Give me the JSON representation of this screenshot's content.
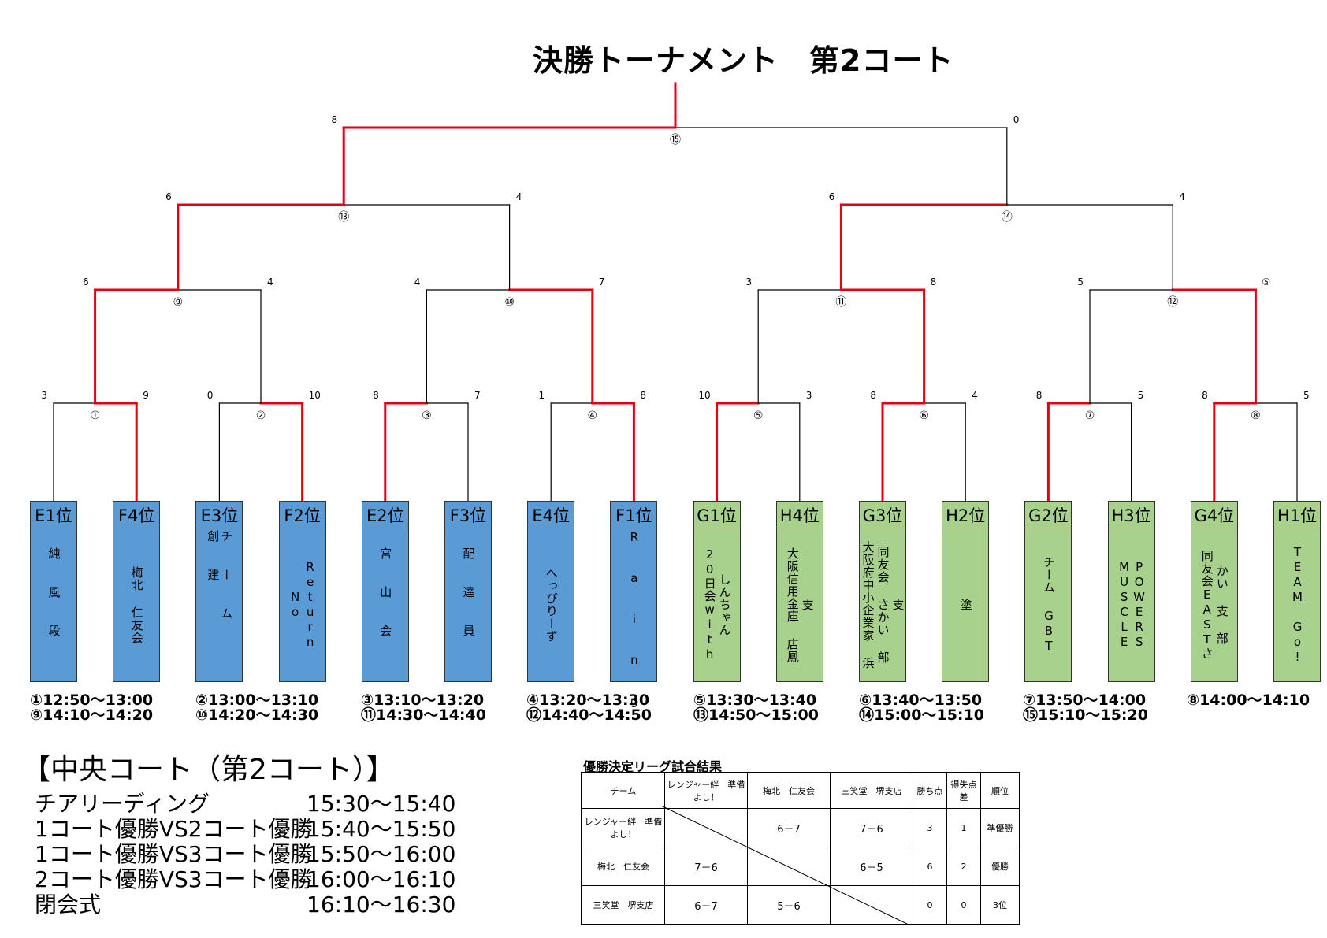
{
  "title": "決勝トーナメント　第2コート",
  "colors": {
    "win_line": "#e60012",
    "line": "#000000",
    "pool_blue": "#5b9bd5",
    "pool_green": "#a9d18e"
  },
  "teams": [
    {
      "seed": "E1位",
      "pool": "blue",
      "cols": [
        "純風段"
      ],
      "spread": true
    },
    {
      "seed": "F4位",
      "pool": "blue",
      "cols": [
        "梅北 仁友会"
      ]
    },
    {
      "seed": "E3位",
      "pool": "blue",
      "cols": [
        "チーム創建"
      ],
      "spread": true
    },
    {
      "seed": "F2位",
      "pool": "blue",
      "cols": [
        "Return",
        "No"
      ]
    },
    {
      "seed": "E2位",
      "pool": "blue",
      "cols": [
        "宮山会"
      ],
      "spread": true
    },
    {
      "seed": "F3位",
      "pool": "blue",
      "cols": [
        "配達員"
      ],
      "spread": true
    },
    {
      "seed": "E4位",
      "pool": "blue",
      "cols": [
        "へっぴりーず"
      ]
    },
    {
      "seed": "F1位",
      "pool": "blue",
      "cols": [
        "Raing"
      ],
      "spread": true
    },
    {
      "seed": "G1位",
      "pool": "green",
      "cols": [
        "しんちゃん",
        "20日会with"
      ]
    },
    {
      "seed": "H4位",
      "pool": "green",
      "cols": [
        "支",
        "大阪信用金庫 店鳳"
      ]
    },
    {
      "seed": "G3位",
      "pool": "green",
      "cols": [
        "支",
        "同友会 さかい 部",
        "大阪府中小企業家 浜"
      ]
    },
    {
      "seed": "H2位",
      "pool": "green",
      "cols": [
        "塗"
      ]
    },
    {
      "seed": "G2位",
      "pool": "green",
      "cols": [
        "チーム GBT"
      ]
    },
    {
      "seed": "H3位",
      "pool": "green",
      "cols": [
        "POWERS",
        "MUSCLE"
      ]
    },
    {
      "seed": "G4位",
      "pool": "green",
      "cols": [
        "かい 支 部",
        "同友会EASTさ"
      ]
    },
    {
      "seed": "H1位",
      "pool": "green",
      "cols": [
        "TEAM Go!"
      ]
    }
  ],
  "matches": [
    {
      "id": 1,
      "label": "①",
      "scores": [
        "3",
        "9"
      ],
      "winner": 1
    },
    {
      "id": 2,
      "label": "②",
      "scores": [
        "0",
        "10"
      ],
      "winner": 1
    },
    {
      "id": 3,
      "label": "③",
      "scores": [
        "8",
        "7"
      ],
      "winner": 0
    },
    {
      "id": 4,
      "label": "④",
      "scores": [
        "1",
        "8"
      ],
      "winner": 1
    },
    {
      "id": 5,
      "label": "⑤",
      "scores": [
        "10",
        "3"
      ],
      "winner": 0
    },
    {
      "id": 6,
      "label": "⑥",
      "scores": [
        "8",
        "4"
      ],
      "winner": 0
    },
    {
      "id": 7,
      "label": "⑦",
      "scores": [
        "8",
        "5"
      ],
      "winner": 0
    },
    {
      "id": 8,
      "label": "⑧",
      "scores": [
        "8",
        "5"
      ],
      "winner": 0
    },
    {
      "id": 9,
      "label": "⑨",
      "scores": [
        "6",
        "4"
      ],
      "winner": 0
    },
    {
      "id": 10,
      "label": "⑩",
      "scores": [
        "4",
        "7"
      ],
      "winner": 1
    },
    {
      "id": 11,
      "label": "⑪",
      "scores": [
        "3",
        "8"
      ],
      "winner": 1
    },
    {
      "id": 12,
      "label": "⑫",
      "scores": [
        "5",
        "⑤"
      ],
      "winner": 1
    },
    {
      "id": 13,
      "label": "⑬",
      "scores": [
        "6",
        "4"
      ],
      "winner": 0
    },
    {
      "id": 14,
      "label": "⑭",
      "scores": [
        "6",
        "4"
      ],
      "winner": 0
    },
    {
      "id": 15,
      "label": "⑮",
      "scores": [
        "8",
        "0"
      ],
      "winner": 0
    }
  ],
  "schedule": [
    [
      "①12:50～13:00",
      "⑨14:10～14:20"
    ],
    [
      "②13:00～13:10",
      "⑩14:20～14:30"
    ],
    [
      "③13:10～13:20",
      "⑪14:30～14:40"
    ],
    [
      "④13:20～13:30",
      "⑫14:40～14:50"
    ],
    [
      "⑤13:30～13:40",
      "⑬14:50～15:00"
    ],
    [
      "⑥13:40～13:50",
      "⑭15:00～15:10"
    ],
    [
      "⑦13:50～14:00",
      "⑮15:10～15:20"
    ],
    [
      "⑧14:00～14:10"
    ]
  ],
  "court": {
    "heading": "【中央コート（第2コート）】",
    "program": [
      {
        "event": "チアリーディング",
        "time": "15:30～15:40"
      },
      {
        "event": "1コート優勝VS2コート優勝",
        "time": "15:40～15:50"
      },
      {
        "event": "1コート優勝VS3コート優勝",
        "time": "15:50～16:00"
      },
      {
        "event": "2コート優勝VS3コート優勝",
        "time": "16:00～16:10"
      },
      {
        "event": "閉会式",
        "time": "16:10～16:30"
      }
    ]
  },
  "league": {
    "title": "優勝決定リーグ試合結果",
    "headers": [
      "チーム",
      "レンジャー絆　準備よし！",
      "梅北　仁友会",
      "三笑堂　堺支店",
      "勝ち点",
      "得失点差",
      "順位"
    ],
    "rows": [
      {
        "team": "レンジャー絆　準備よし！",
        "vs": [
          "",
          "6－7",
          "7－6"
        ],
        "points": "3",
        "diff": "1",
        "rank": "準優勝"
      },
      {
        "team": "梅北　仁友会",
        "vs": [
          "7－6",
          "",
          "6－5"
        ],
        "points": "6",
        "diff": "2",
        "rank": "優勝"
      },
      {
        "team": "三笑堂　堺支店",
        "vs": [
          "6－7",
          "5－6",
          ""
        ],
        "points": "0",
        "diff": "0",
        "rank": "3位"
      }
    ]
  }
}
